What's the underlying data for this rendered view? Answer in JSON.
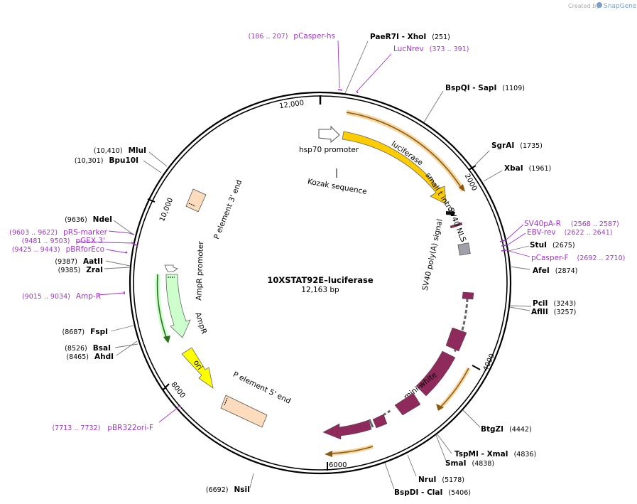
{
  "credit": {
    "prefix": "Created by",
    "brand": "SnapGene"
  },
  "plasmid": {
    "name": "10XSTAT92E–luciferase",
    "length": "12,163 bp"
  },
  "ticks": [
    "12,000",
    "2000",
    "4000",
    "6000",
    "8000",
    "10,000"
  ],
  "enzymes": [
    {
      "name": "PaeR7I",
      "pair": "XhoI",
      "pos": "(251)"
    },
    {
      "name": "BspQI",
      "pair": "SapI",
      "pos": "(1109)"
    },
    {
      "name": "SgrAI",
      "pos": "(1735)"
    },
    {
      "name": "XbaI",
      "pos": "(1961)"
    },
    {
      "name": "StuI",
      "pos": "(2675)"
    },
    {
      "name": "AfeI",
      "pos": "(2874)"
    },
    {
      "name": "PciI",
      "pos": "(3243)"
    },
    {
      "name": "AflII",
      "pos": "(3257)"
    },
    {
      "name": "BtgZI",
      "pos": "(4442)"
    },
    {
      "name": "TspMI",
      "pair": "XmaI",
      "pos": "(4836)"
    },
    {
      "name": "SmaI",
      "pos": "(4838)"
    },
    {
      "name": "NruI",
      "pos": "(5178)"
    },
    {
      "name": "BspDI",
      "pair": "ClaI",
      "pos": "(5406)"
    },
    {
      "name": "NsiI",
      "pos": "(6692)"
    },
    {
      "name": "AhdI",
      "pos": "(8465)"
    },
    {
      "name": "BsaI",
      "pos": "(8526)"
    },
    {
      "name": "FspI",
      "pos": "(8687)"
    },
    {
      "name": "ZraI",
      "pos": "(9385)"
    },
    {
      "name": "AatII",
      "pos": "(9387)"
    },
    {
      "name": "NdeI",
      "pos": "(9636)"
    },
    {
      "name": "Bpu10I",
      "pos": "(10,301)"
    },
    {
      "name": "MluI",
      "pos": "(10,410)"
    }
  ],
  "primers": [
    {
      "name": "pCasper-hs",
      "pos": "(186 .. 207)"
    },
    {
      "name": "LucNrev",
      "pos": "(373 .. 391)"
    },
    {
      "name": "SV40pA-R",
      "pos": "(2568 .. 2587)"
    },
    {
      "name": "EBV-rev",
      "pos": "(2622 .. 2641)"
    },
    {
      "name": "pCasper-F",
      "pos": "(2692 .. 2710)"
    },
    {
      "name": "pRS-marker",
      "pos": "(9603 .. 9622)"
    },
    {
      "name": "pGEX 3'",
      "pos": "(9481 .. 9503)"
    },
    {
      "name": "pBRforEco",
      "pos": "(9425 .. 9443)"
    },
    {
      "name": "Amp-R",
      "pos": "(9015 .. 9034)"
    },
    {
      "name": "pBR322ori-F",
      "pos": "(7713 .. 7732)"
    }
  ],
  "features": {
    "hsp70": "hsp70 promoter",
    "kozak": "Kozak sequence",
    "luciferase": "luciferase",
    "small_t": "small t intron",
    "sv40_nls": "SV40 NLS",
    "sv40_polya": "SV40 poly(A) signal",
    "mini_white": "mini-white",
    "p5": "P element 5' end",
    "p3": "P element 3' end",
    "ampr_promoter": "AmpR promoter",
    "ampr": "AmpR",
    "ori": "ori"
  },
  "colors": {
    "primer": "#9e36c7",
    "luciferase": "#ffcc00",
    "mini_white": "#8f2a5c",
    "ampr": "#ccffcc",
    "ori": "#ffff00",
    "p_element": "#fcdcbc",
    "sv40_nls": "#a0a0a8"
  }
}
